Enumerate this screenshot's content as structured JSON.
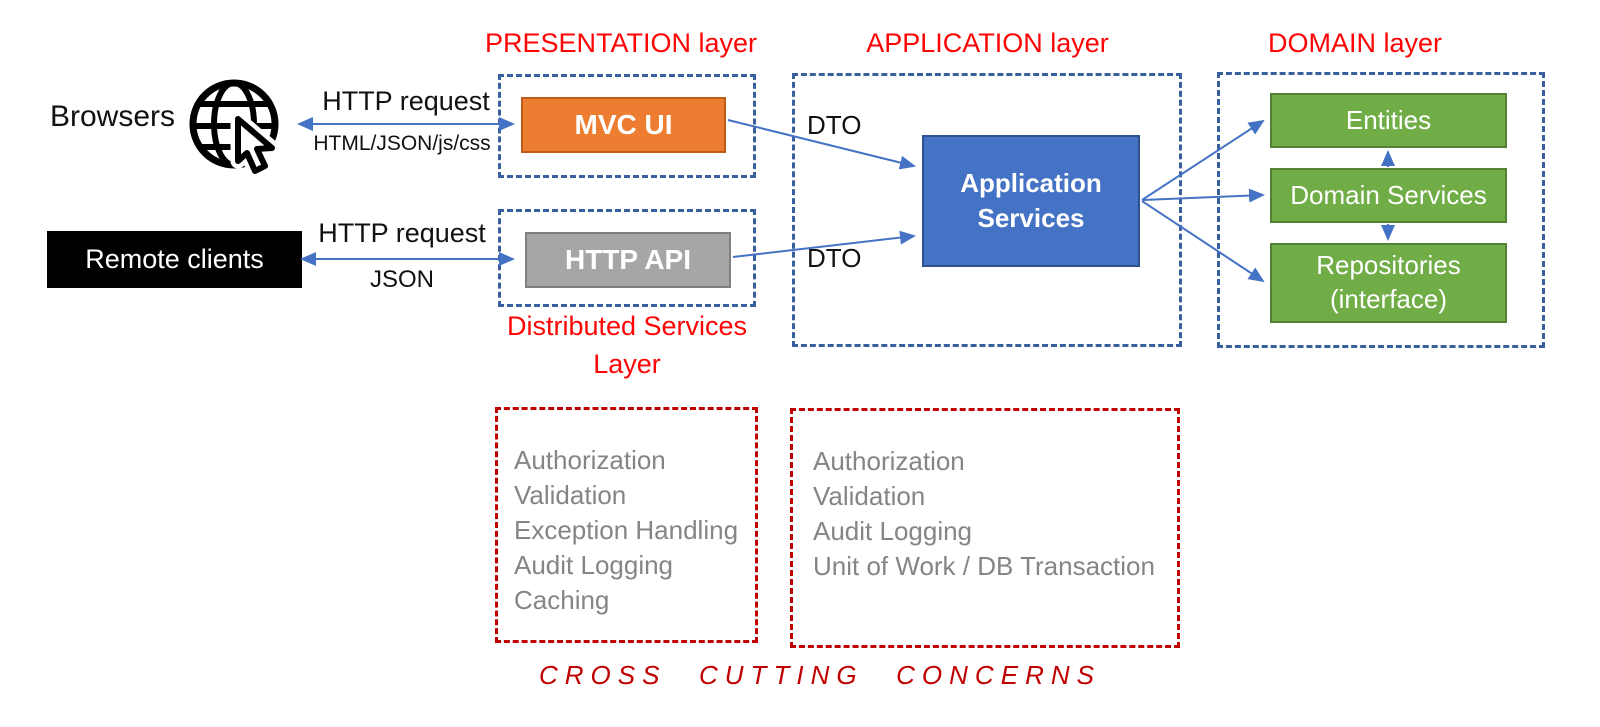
{
  "layers": {
    "presentation_title": "PRESENTATION layer",
    "application_title": "APPLICATION layer",
    "domain_title": "DOMAIN layer",
    "distributed_services_line1": "Distributed Services",
    "distributed_services_line2": "Layer"
  },
  "clients": {
    "browsers_label": "Browsers",
    "remote_clients_label": "Remote clients"
  },
  "flows": {
    "browsers_http_top": "HTTP request",
    "browsers_http_bottom": "HTML/JSON/js/css",
    "remote_http_top": "HTTP request",
    "remote_http_bottom": "JSON",
    "dto_top": "DTO",
    "dto_bottom": "DTO"
  },
  "components": {
    "mvc_ui": "MVC UI",
    "http_api": "HTTP API",
    "application_services": "Application Services",
    "entities": "Entities",
    "domain_services": "Domain Services",
    "repositories_line1": "Repositories",
    "repositories_line2": "(interface)"
  },
  "cross_cutting": {
    "title": "CROSS CUTTING CONCERNS",
    "distributed_concerns": [
      "Authorization",
      "Validation",
      "Exception Handling",
      "Audit Logging",
      "Caching"
    ],
    "application_concerns": [
      "Authorization",
      "Validation",
      "Audit Logging",
      "Unit of Work / DB Transaction"
    ]
  },
  "icons": {
    "browsers": "globe-with-cursor-icon"
  },
  "colors": {
    "orange": "#ED7D31",
    "orange-border": "#C05C17",
    "gray-box": "#A6A6A6",
    "gray-box-border": "#7F7F7F",
    "blue-box": "#4472C4",
    "blue-box-border": "#2F528F",
    "green-box": "#70AD47",
    "green-box-border": "#548235",
    "blue-dash": "#3A5F9E",
    "red-dash": "#C00000",
    "red-title": "#FE0404",
    "arrow-blue": "#4472C4",
    "gray-text": "#858585"
  }
}
